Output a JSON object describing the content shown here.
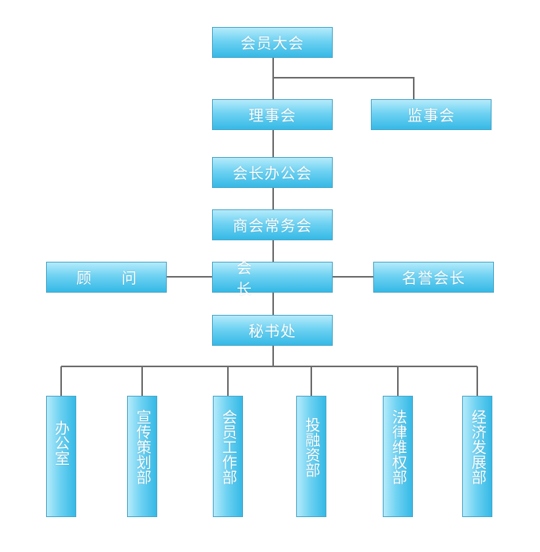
{
  "nodes": {
    "general_assembly": "会员大会",
    "council": "理事会",
    "supervisory_board": "监事会",
    "president_office": "会长办公会",
    "standing_committee": "商会常务会",
    "advisor": "顾 问",
    "president": "会  长",
    "honorary_president": "名誉会长",
    "secretariat": "秘书处",
    "departments": [
      "办公室",
      "宣传策划部",
      "会员工作部",
      "投融资部",
      "法律维权部",
      "经济发展部"
    ]
  },
  "colors": {
    "box_top": "#b5ebfb",
    "box_bottom": "#35b9e6",
    "box_border": "#4aa6c9",
    "line": "#6d6d6d",
    "text": "#ffffff"
  }
}
